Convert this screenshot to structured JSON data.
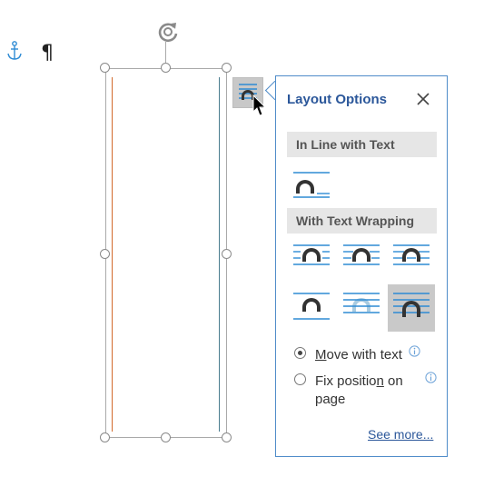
{
  "document": {
    "pilcrow": "¶"
  },
  "layout_options": {
    "title": "Layout Options",
    "sections": {
      "inline": "In Line with Text",
      "wrapping": "With Text Wrapping"
    },
    "radios": {
      "move_with_text": {
        "mnemonic": "M",
        "rest": "ove with text",
        "checked": true
      },
      "fix_position": {
        "line1_a": "Fix positio",
        "mnemonic": "n",
        "line1_b": " on",
        "line2": "page",
        "checked": false
      }
    },
    "see_more": "See more..."
  },
  "colors": {
    "accent": "#2b579a",
    "wrap_line": "#2e8bd4",
    "shape": "#333333",
    "selected_bg": "#c9c9c9"
  }
}
